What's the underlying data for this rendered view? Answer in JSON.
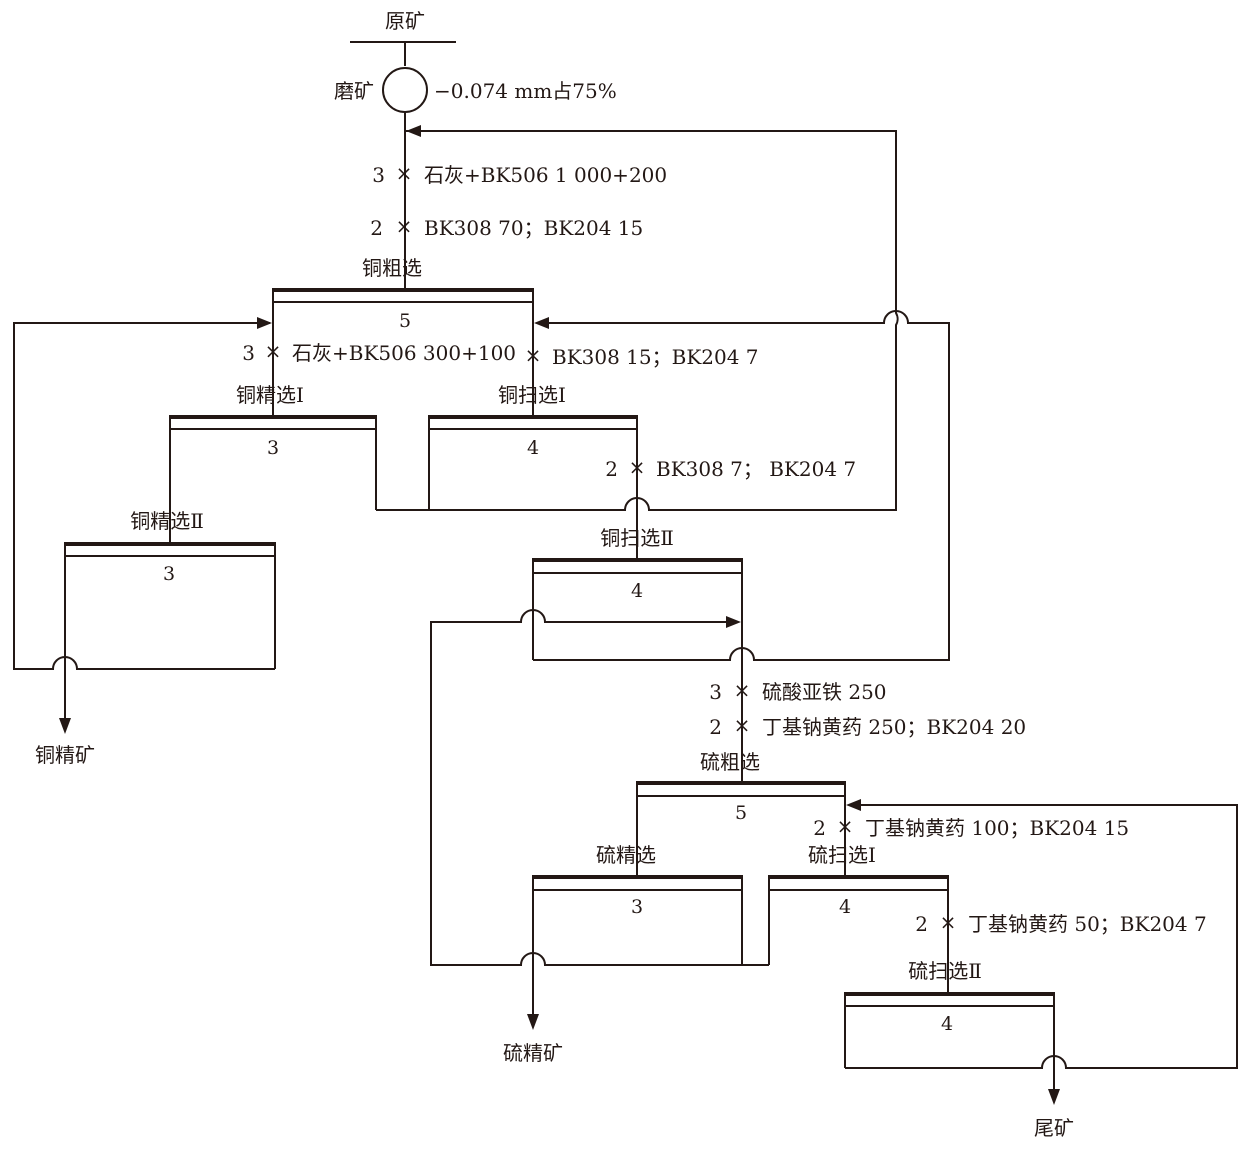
{
  "feed": {
    "label": "原矿"
  },
  "grinding": {
    "label": "磨矿",
    "spec": "−0.074 mm占75%"
  },
  "cu_reagents": {
    "line1": {
      "count": "3",
      "text": "石灰+BK506 1 000+200"
    },
    "line2": {
      "count": "2",
      "text": "BK308 70；BK204 15"
    }
  },
  "cu_rougher": {
    "label": "铜粗选",
    "time": "5"
  },
  "cu_cleaner1_reagent": {
    "count": "3",
    "text": "石灰+BK506 300+100"
  },
  "cu_scav1_reagent": {
    "text": "BK308 15；BK204 7"
  },
  "cu_cleaner1": {
    "label": "铜精选Ⅰ",
    "time": "3"
  },
  "cu_scav1": {
    "label": "铜扫选Ⅰ",
    "time": "4"
  },
  "cu_scav2_reagent": {
    "count": "2",
    "text": "BK308 7；  BK204 7"
  },
  "cu_cleaner2": {
    "label": "铜精选Ⅱ",
    "time": "3"
  },
  "cu_scav2": {
    "label": "铜扫选Ⅱ",
    "time": "4"
  },
  "cu_concentrate": {
    "label": "铜精矿"
  },
  "s_reagents": {
    "line1": {
      "count": "3",
      "text": "硫酸亚铁 250"
    },
    "line2": {
      "count": "2",
      "text": "丁基钠黄药 250；BK204 20"
    }
  },
  "s_rougher": {
    "label": "硫粗选",
    "time": "5"
  },
  "s_scav1_reagent": {
    "count": "2",
    "text": "丁基钠黄药 100；BK204 15"
  },
  "s_cleaner": {
    "label": "硫精选",
    "time": "3"
  },
  "s_scav1": {
    "label": "硫扫选Ⅰ",
    "time": "4"
  },
  "s_scav2_reagent": {
    "count": "2",
    "text": "丁基钠黄药 50；BK204 7"
  },
  "s_scav2": {
    "label": "硫扫选Ⅱ",
    "time": "4"
  },
  "s_concentrate": {
    "label": "硫精矿"
  },
  "tailings": {
    "label": "尾矿"
  },
  "symbols": {
    "times": "×"
  }
}
